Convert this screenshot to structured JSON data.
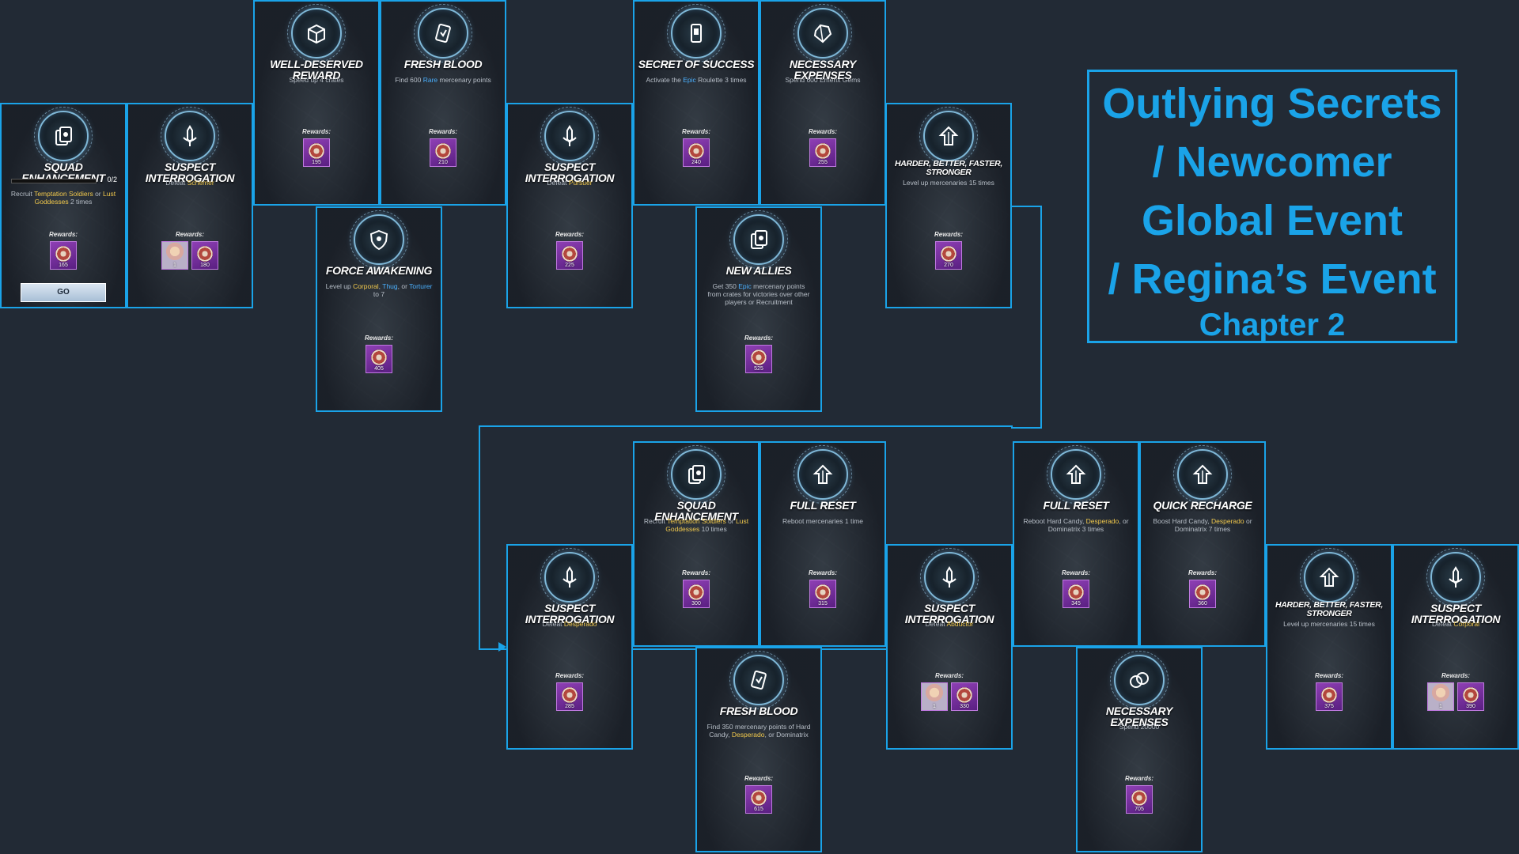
{
  "title": {
    "lines": [
      "Outlying Secrets",
      "/ Newcomer",
      "Global Event",
      "/ Regina’s Event"
    ],
    "chapter": "Chapter 2"
  },
  "rewards_label": "Rewards:",
  "colors": {
    "accent": "#1aa3e8",
    "highlight": "#f2c94c",
    "rare": "#4ab0ff",
    "epic": "#d05ad8"
  },
  "cards": [
    {
      "title": "SQUAD ENHANCEMENT",
      "icon": "cards-icon",
      "desc": "Recruit Temptation Soldiers or Lust Goddesses 2 times",
      "progress": "0/2",
      "progress_value": 0,
      "button": "GO",
      "rewards": [
        {
          "type": "coin",
          "qty": "165"
        }
      ]
    },
    {
      "title": "SUSPECT INTERROGATION",
      "icon": "dagger-icon",
      "desc": "Defeat Schemer",
      "rewards": [
        {
          "type": "hero",
          "qty": "1"
        },
        {
          "type": "coin",
          "qty": "180"
        }
      ]
    },
    {
      "title": "WELL-DESERVED REWARD",
      "icon": "crate-icon",
      "desc": "Speed up 4 crates",
      "rewards": [
        {
          "type": "coin",
          "qty": "195"
        }
      ]
    },
    {
      "title": "FRESH BLOOD",
      "icon": "badge-icon",
      "desc": "Find 600 Rare mercenary points",
      "rewards": [
        {
          "type": "coin",
          "qty": "210"
        }
      ]
    },
    {
      "title": "FORCE AWAKENING",
      "icon": "shield-icon",
      "desc": "Level up Corporal, Thug, or Torturer to 7",
      "rewards": [
        {
          "type": "coin",
          "qty": "405"
        }
      ]
    },
    {
      "title": "SUSPECT INTERROGATION",
      "icon": "dagger-icon",
      "desc": "Defeat Pursuer",
      "rewards": [
        {
          "type": "coin",
          "qty": "225"
        }
      ]
    },
    {
      "title": "SECRET OF SUCCESS",
      "icon": "card-icon",
      "desc": "Activate the Epic Roulette 3 times",
      "rewards": [
        {
          "type": "coin",
          "qty": "240"
        }
      ]
    },
    {
      "title": "NECESSARY EXPENSES",
      "icon": "gem-icon",
      "desc": "Spend 600 Emerix Gems",
      "rewards": [
        {
          "type": "coin",
          "qty": "255"
        }
      ]
    },
    {
      "title": "NEW ALLIES",
      "icon": "cards-icon",
      "desc": "Get 350 Epic mercenary points from crates for victories over other players or Recruitment",
      "rewards": [
        {
          "type": "coin",
          "qty": "525"
        }
      ]
    },
    {
      "title": "HARDER, BETTER, FASTER, STRONGER",
      "icon": "arrow-up-icon",
      "desc": "Level up mercenaries 15 times",
      "rewards": [
        {
          "type": "coin",
          "qty": "270"
        }
      ]
    },
    {
      "title": "SUSPECT INTERROGATION",
      "icon": "dagger-icon",
      "desc": "Defeat Desperado",
      "rewards": [
        {
          "type": "coin",
          "qty": "285"
        }
      ]
    },
    {
      "title": "SQUAD ENHANCEMENT",
      "icon": "cards-icon",
      "desc": "Recruit Temptation Soldiers or Lust Goddesses 10 times",
      "rewards": [
        {
          "type": "coin",
          "qty": "300"
        }
      ]
    },
    {
      "title": "FULL RESET",
      "icon": "arrow-up-icon",
      "desc": "Reboot mercenaries 1 time",
      "rewards": [
        {
          "type": "coin",
          "qty": "315"
        }
      ]
    },
    {
      "title": "FRESH BLOOD",
      "icon": "badge-icon",
      "desc": "Find 350 mercenary points of Hard Candy, Desperado, or Dominatrix",
      "rewards": [
        {
          "type": "coin",
          "qty": "615"
        }
      ]
    },
    {
      "title": "SUSPECT INTERROGATION",
      "icon": "dagger-icon",
      "desc": "Defeat Abductor",
      "rewards": [
        {
          "type": "hero",
          "qty": "1"
        },
        {
          "type": "coin",
          "qty": "330"
        }
      ]
    },
    {
      "title": "FULL RESET",
      "icon": "arrow-up-icon",
      "desc": "Reboot Hard Candy, Desperado, or Dominatrix 3 times",
      "rewards": [
        {
          "type": "coin",
          "qty": "345"
        }
      ]
    },
    {
      "title": "QUICK RECHARGE",
      "icon": "arrow-up-icon",
      "desc": "Boost Hard Candy, Desperado or Dominatrix 7 times",
      "rewards": [
        {
          "type": "coin",
          "qty": "360"
        }
      ]
    },
    {
      "title": "NECESSARY EXPENSES",
      "icon": "coins-icon",
      "desc": "Spend 20000",
      "rewards": [
        {
          "type": "coin",
          "qty": "705"
        }
      ]
    },
    {
      "title": "HARDER, BETTER, FASTER, STRONGER",
      "icon": "arrow-up-icon",
      "desc": "Level up mercenaries 15 times",
      "rewards": [
        {
          "type": "coin",
          "qty": "375"
        }
      ]
    },
    {
      "title": "SUSPECT INTERROGATION",
      "icon": "dagger-icon",
      "desc": "Defeat Corporal",
      "rewards": [
        {
          "type": "hero",
          "qty": "1"
        },
        {
          "type": "coin",
          "qty": "390"
        }
      ]
    }
  ]
}
